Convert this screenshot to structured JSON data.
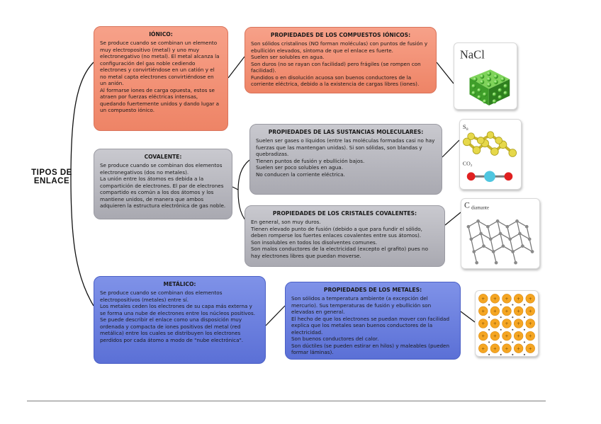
{
  "root": {
    "line1": "TIPOS DE",
    "line2": "ENLACE"
  },
  "ionic": {
    "title": "IÓNICO:",
    "text1": "Se produce cuando se combinan un elemento muy electropositivo (metal) y uno muy electronegativo (no metal). El metal alcanza la configuración del gas noble cediendo electrones y convirtiéndose en un catión y el no metal capta electrones convirtiéndose en un anión.",
    "text2": "Al formarse iones de carga opuesta, estos se atraen por fuerzas eléctricas intensas, quedando fuertemente unidos y dando lugar a un compuesto iónico."
  },
  "ionic_props": {
    "title": "PROPIEDADES DE LOS COMPUESTOS IÓNICOS:",
    "lines": [
      "Son sólidos cristalinos (NO forman moléculas) con puntos de fusión y ebullición elevados, síntoma de que el enlace es fuerte.",
      "Suelen ser solubles en agua.",
      "Son duros (no se rayan con facilidad) pero frágiles (se rompen con facilidad).",
      "Fundidos o en disolución acuosa son buenos conductores de la corriente eléctrica, debido a la existencia de cargas libres (iones)."
    ]
  },
  "covalent": {
    "title": "COVALENTE:",
    "text1": "Se produce cuando se combinan dos elementos electronegativos (dos no metales).",
    "text2": "La unión entre los átomos es debida a la compartición de electrones. El par de electrones compartido es común a los dos átomos y los mantiene unidos, de manera que ambos adquieren la estructura electrónica de gas noble."
  },
  "molecular_props": {
    "title": "PROPIEDADES DE LAS SUSTANCIAS MOLECULARES:",
    "lines": [
      "Suelen ser gases o líquidos (entre las moléculas formadas casi no hay fuerzas que las mantengan unidas). Si son sólidas, son blandas y quebradizas.",
      "Tienen puntos de fusión y ebullición bajos.",
      "Suelen ser poco solubles en agua.",
      "No conducen la corriente eléctrica."
    ]
  },
  "crystal_props": {
    "title": "PROPIEDADES DE LOS CRISTALES COVALENTES:",
    "lines": [
      "En general, son muy duros.",
      "Tienen elevado punto de fusión (debido a que para fundir el sólido, deben romperse los fuertes enlaces covalentes entre sus átomos).",
      "Son insolubles en todos los disolventes comunes.",
      "Son malos conductores de la electricidad (excepto el grafito) pues no hay electrones libres que puedan moverse."
    ]
  },
  "metallic": {
    "title": "METÁLICO:",
    "text1": "Se produce cuando se combinan dos elementos electropositivos (metales) entre sí.",
    "text2": "Los metales ceden los electrones de su capa más externa y se forma una nube de electrones entre los núcleos positivos.",
    "text3": "Se puede describir el enlace como una disposición muy ordenada y compacta de iones positivos del metal (red metálica) entre los cuales se distribuyen los electrones perdidos por cada átomo a modo de \"nube electrónica\"."
  },
  "metal_props": {
    "title": "PROPIEDADES DE LOS METALES:",
    "lines": [
      "Son sólidos a temperatura ambiente (a excepción del mercurio). Sus temperaturas de fusión y ebullición son elevadas en general.",
      "El hecho de que los electrones se puedan mover con facilidad explica que los metales sean buenos conductores de la electricidad.",
      "Son buenos conductores del calor.",
      "Son dúctiles (se pueden estirar en hilos) y maleables (pueden formar láminas)."
    ]
  },
  "images": {
    "nacl_label": "NaCl",
    "s8_label": "S₈",
    "co2_label": "CO₂",
    "diamond_label": "C",
    "diamond_sub": "diamante"
  },
  "colors": {
    "ionic": "#f28e72",
    "covalent": "#b4b4bc",
    "metallic": "#6678dd",
    "line": "#111111"
  }
}
